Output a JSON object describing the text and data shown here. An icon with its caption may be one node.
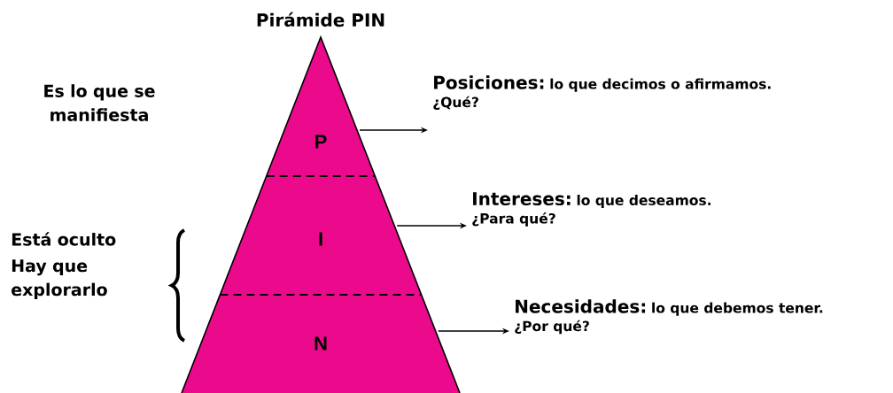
{
  "diagram": {
    "title": "Pirámide PIN",
    "nodes": [
      {
        "text": [
          "P"
        ]
      },
      {
        "text": [
          "I"
        ]
      },
      {
        "text": [
          "N"
        ]
      },
      {
        "text": [
          "Posiciones:",
          "lo que decimos o afirmamos.",
          "¿Qué?"
        ]
      },
      {
        "text": [
          "Intereses:",
          "lo que deseamos.",
          "¿Para qué?"
        ]
      },
      {
        "text": [
          "Necesidades:",
          "lo que debemos tener.",
          "¿Por qué?"
        ]
      }
    ],
    "edges": [
      {
        "from": 0,
        "to": 3,
        "arrow": "to"
      },
      {
        "from": 1,
        "to": 4,
        "arrow": "to"
      },
      {
        "from": 2,
        "to": 5,
        "arrow": "to"
      }
    ],
    "labels": [
      "Es lo que se manifiesta",
      "Está oculto",
      "Hay que explorarlo"
    ]
  }
}
